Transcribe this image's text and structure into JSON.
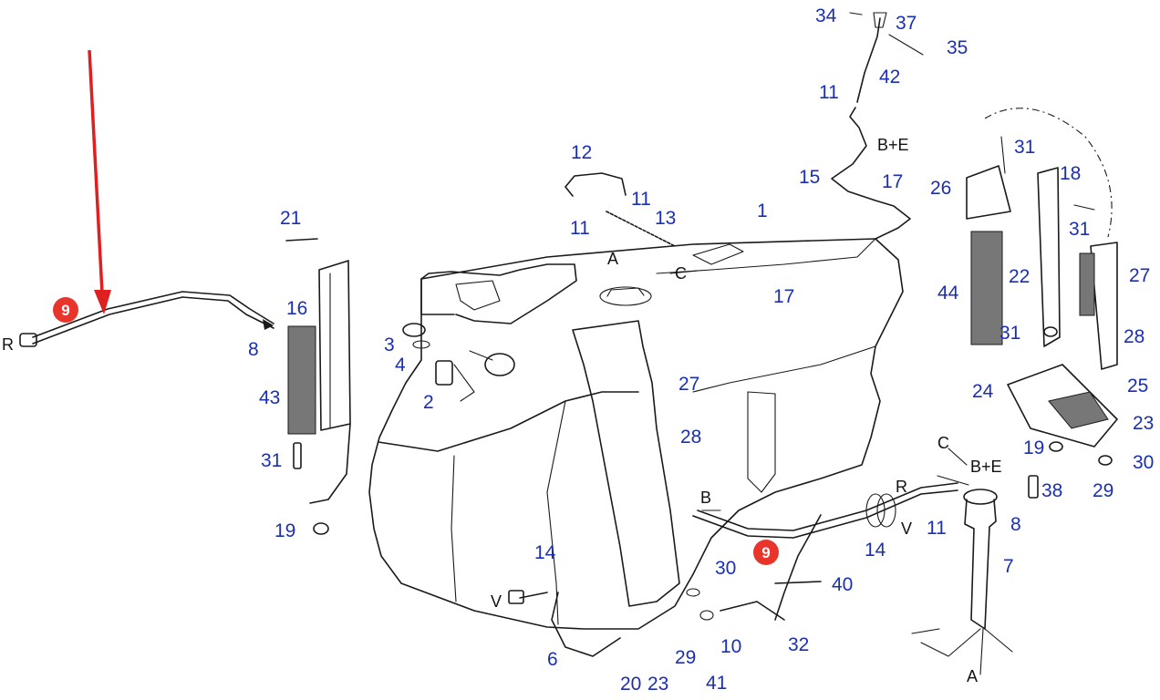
{
  "callouts": {
    "c34": "34",
    "c37": "37",
    "c35": "35",
    "c42": "42",
    "c11a": "11",
    "c15": "15",
    "c17a": "17",
    "c1": "1",
    "c12": "12",
    "c11b": "11",
    "c11c": "11",
    "c13": "13",
    "c17b": "17",
    "c21": "21",
    "c16": "16",
    "c8a": "8",
    "c43": "43",
    "c31a": "31",
    "c19a": "19",
    "c3": "3",
    "c4": "4",
    "c2": "2",
    "c27a": "27",
    "c28a": "28",
    "c14a": "14",
    "c30a": "30",
    "c40": "40",
    "c29a": "29",
    "c10": "10",
    "c41": "41",
    "c32": "32",
    "c6": "6",
    "c20": "20",
    "c23a": "23",
    "c14b": "14",
    "c11d": "11",
    "c8b": "8",
    "c7": "7",
    "c31b": "31",
    "c26": "26",
    "c18": "18",
    "c31c": "31",
    "c44": "44",
    "c22": "22",
    "c27b": "27",
    "c31d": "31",
    "c28b": "28",
    "c24": "24",
    "c25": "25",
    "c23b": "23",
    "c19b": "19",
    "c30b": "30",
    "c38": "38",
    "c29b": "29"
  },
  "letters": {
    "R_left": "R",
    "A_top": "A",
    "C_top": "C",
    "BE_top": "B+E",
    "C_right": "C",
    "BE_right": "B+E",
    "R_right": "R",
    "V_right": "V",
    "B_line": "B",
    "V_bottom": "V",
    "A_bottom": "A"
  },
  "badges": {
    "badge_left": "9",
    "badge_center": "9"
  },
  "colors": {
    "callout_text": "#1b2fb3",
    "badge_fill": "#e8342b",
    "arrow": "#e02020",
    "line": "#1a1a1a"
  }
}
